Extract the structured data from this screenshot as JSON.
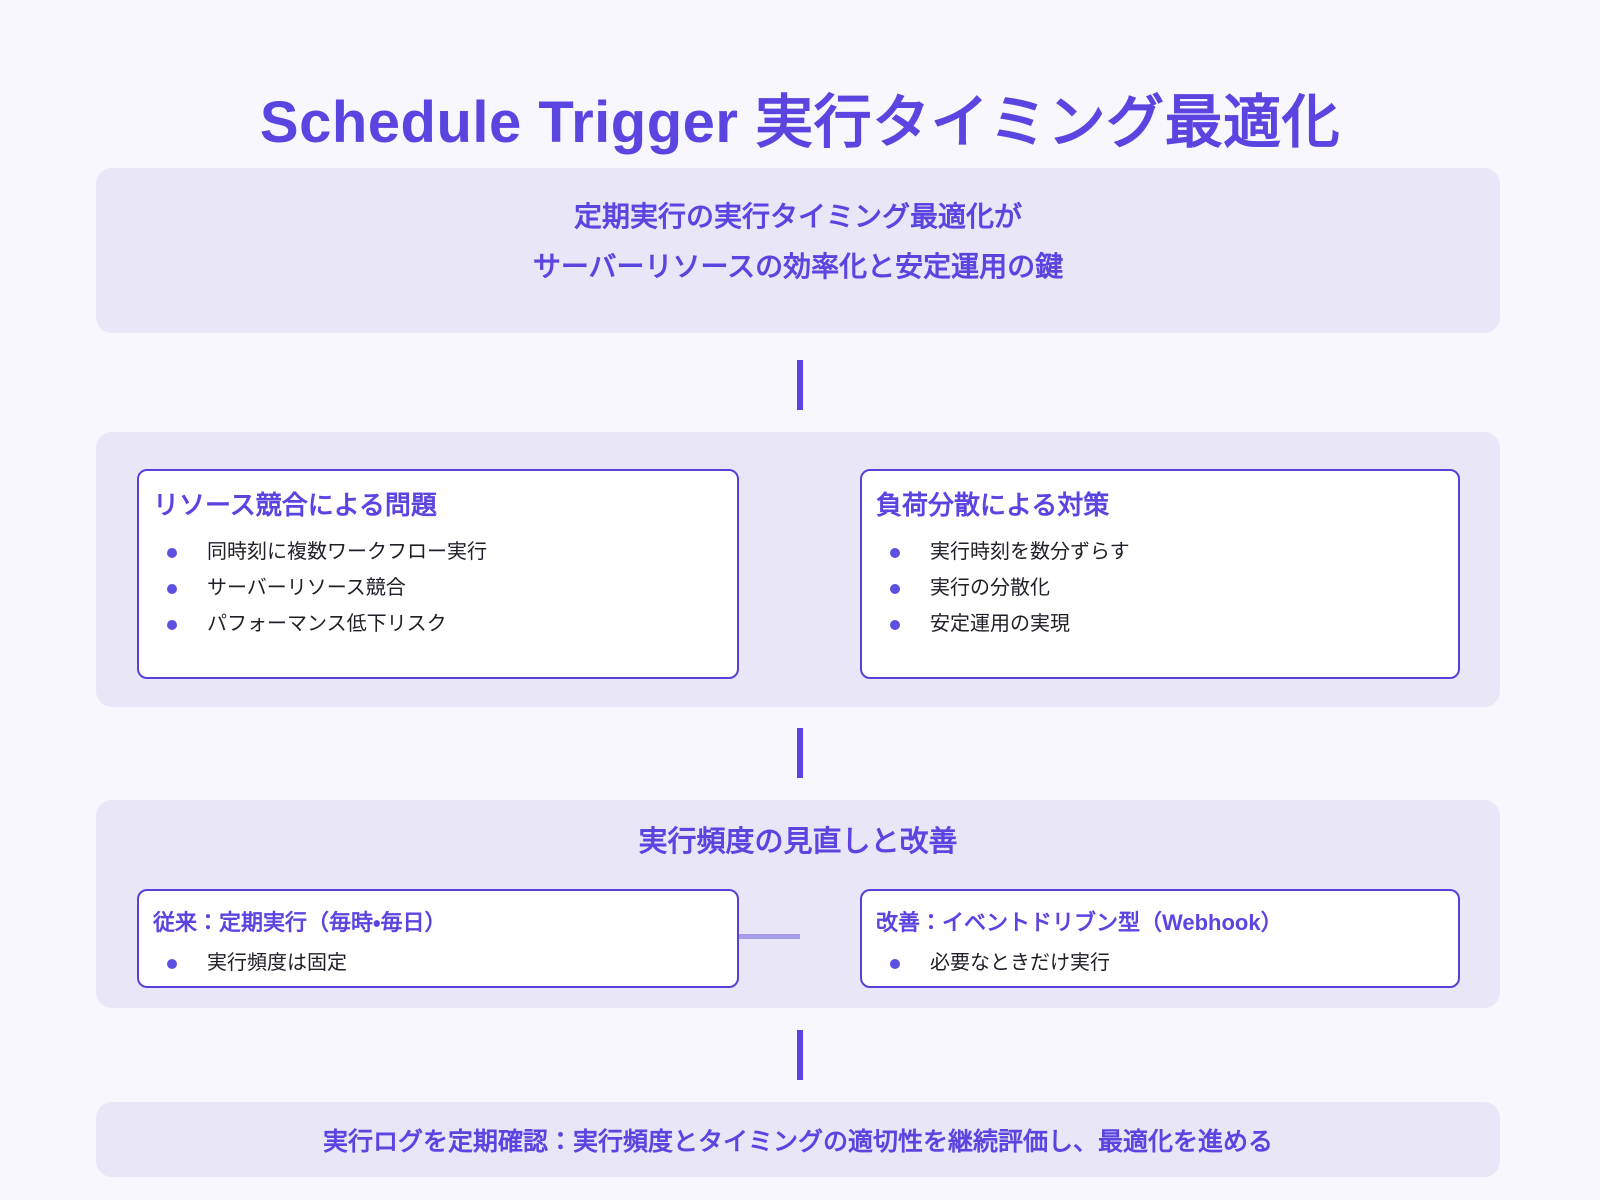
{
  "page": {
    "title": "Schedule Trigger 実行タイミング最適化"
  },
  "colors": {
    "page_bg": "#f8f7fd",
    "primary_purple": "#5b45e0",
    "panel_lavender": "#e9e6f8",
    "card_bg": "#ffffff",
    "card_border": "#5b3fd9",
    "bullet_dot": "#5b50e0",
    "body_text": "#1f1f28",
    "light_connector": "#a69de9"
  },
  "intro": {
    "line1": "定期実行の実行タイミング最適化が",
    "line2": "サーバーリソースの効率化と安定運用の鍵"
  },
  "problem_section": {
    "left_card": {
      "title": "リソース競合による問題",
      "bullets": [
        "同時刻に複数ワークフロー実行",
        "サーバーリソース競合",
        "パフォーマンス低下リスク"
      ]
    },
    "right_card": {
      "title": "負荷分散による対策",
      "bullets": [
        "実行時刻を数分ずらす",
        "実行の分散化",
        "安定運用の実現"
      ]
    }
  },
  "frequency_section": {
    "title": "実行頻度の見直しと改善",
    "left_card": {
      "title": "従来：定期実行（毎時・毎日）",
      "bullets": [
        "実行頻度は固定"
      ]
    },
    "right_card": {
      "title": "改善：イベントドリブン型（Webhook）",
      "bullets": [
        "必要なときだけ実行"
      ]
    }
  },
  "footer": {
    "text": "実行ログを定期確認：実行頻度とタイミングの適切性を継続評価し、最適化を進める"
  }
}
